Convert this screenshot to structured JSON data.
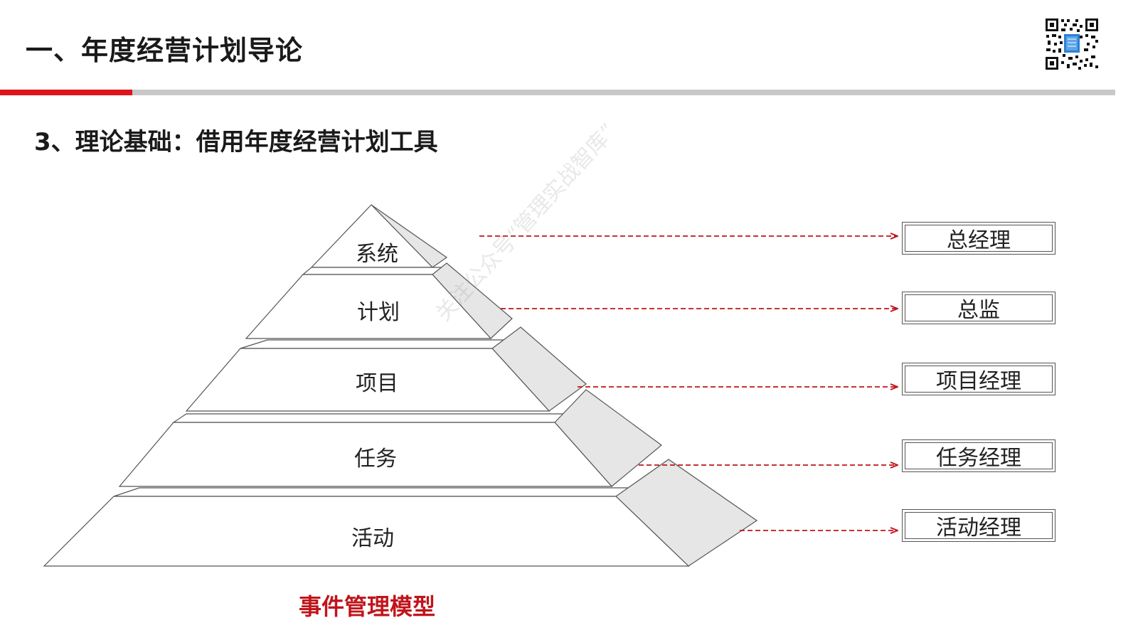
{
  "header": {
    "title": "一、年度经营计划导论",
    "accent_color": "#e0141b",
    "qr_icon": "qr-code-icon"
  },
  "section": {
    "title": "3、理论基础：借用年度经营计划工具"
  },
  "pyramid": {
    "levels": [
      {
        "label": "系统"
      },
      {
        "label": "计划"
      },
      {
        "label": "项目"
      },
      {
        "label": "任务"
      },
      {
        "label": "活动"
      }
    ]
  },
  "roles": [
    {
      "label": "总经理"
    },
    {
      "label": "总监"
    },
    {
      "label": "项目经理"
    },
    {
      "label": "任务经理"
    },
    {
      "label": "活动经理"
    }
  ],
  "arrow_color": "#c0141b",
  "watermark": "关注公众号“管理实战智库”",
  "caption": "事件管理模型"
}
